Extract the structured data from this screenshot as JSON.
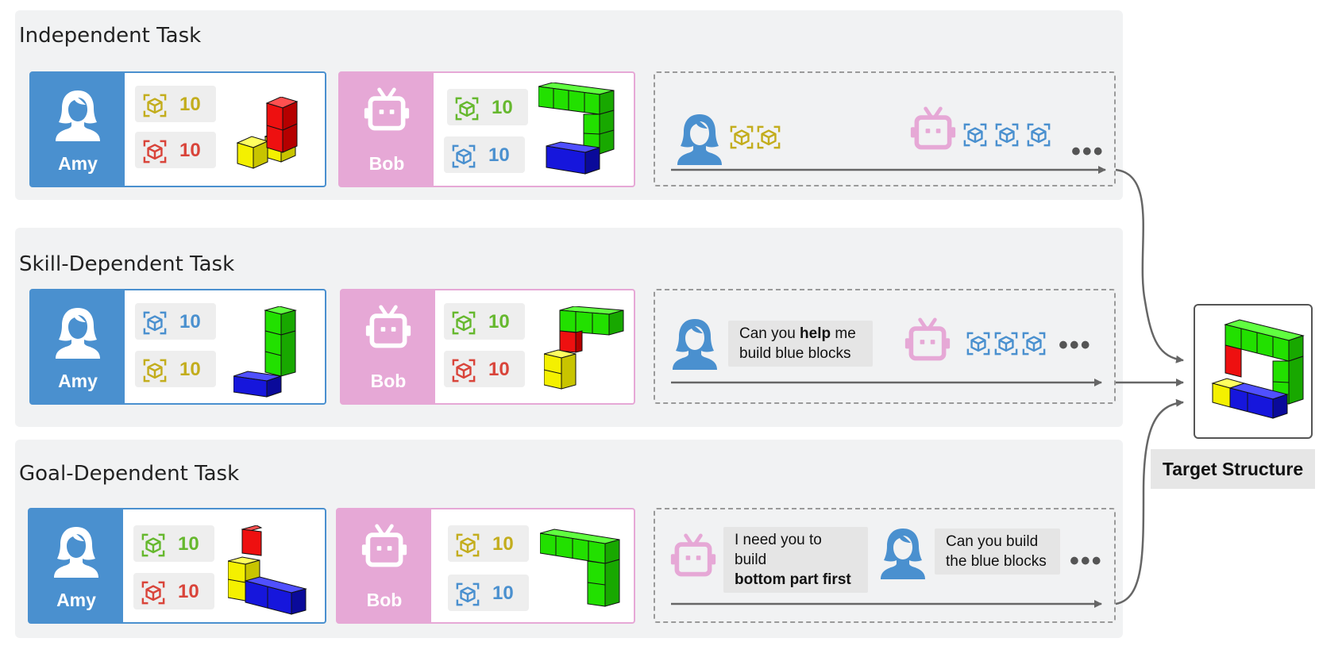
{
  "panels": [
    {
      "title": "Independent Task",
      "amy": {
        "name": "Amy",
        "chips": [
          {
            "color": "yellow",
            "value": "10"
          },
          {
            "color": "red",
            "value": "10"
          }
        ]
      },
      "bob": {
        "name": "Bob",
        "chips": [
          {
            "color": "green",
            "value": "10"
          },
          {
            "color": "blue",
            "value": "10"
          }
        ]
      }
    },
    {
      "title": "Skill-Dependent Task",
      "amy": {
        "name": "Amy",
        "chips": [
          {
            "color": "blue",
            "value": "10"
          },
          {
            "color": "yellow",
            "value": "10"
          }
        ]
      },
      "bob": {
        "name": "Bob",
        "chips": [
          {
            "color": "green",
            "value": "10"
          },
          {
            "color": "red",
            "value": "10"
          }
        ]
      },
      "message": {
        "pre": "Can you ",
        "bold": "help",
        "post": " me",
        "line2": "build blue blocks"
      }
    },
    {
      "title": "Goal-Dependent Task",
      "amy": {
        "name": "Amy",
        "chips": [
          {
            "color": "green",
            "value": "10"
          },
          {
            "color": "red",
            "value": "10"
          }
        ]
      },
      "bob": {
        "name": "Bob",
        "chips": [
          {
            "color": "yellow",
            "value": "10"
          },
          {
            "color": "blue",
            "value": "10"
          }
        ]
      },
      "bob_message": {
        "line1": "I need you to build",
        "line2": "bottom part first"
      },
      "amy_message": {
        "line1": "Can you build",
        "line2": "the blue blocks"
      }
    }
  ],
  "ellipsis": "•••",
  "target_label": "Target Structure",
  "colors": {
    "amy": "#4a90cf",
    "bob": "#e6a8d6",
    "yellow": "#c3ad1d",
    "red": "#d9443a",
    "green": "#66b82e",
    "blue": "#4a90cf",
    "cube_green": "#22e000",
    "cube_red": "#ee1010",
    "cube_yellow": "#f4f000",
    "cube_blue": "#1616dc"
  }
}
